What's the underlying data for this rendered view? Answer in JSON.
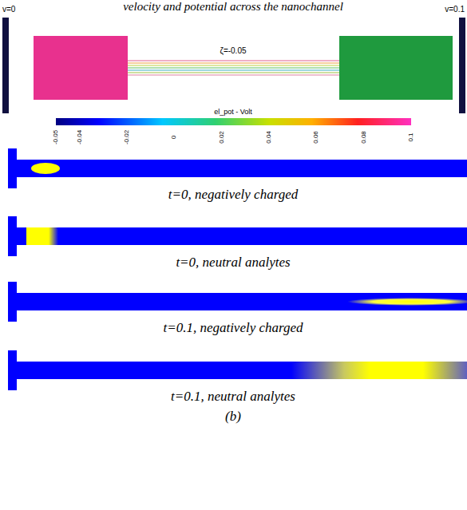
{
  "diagram": {
    "title": "velocity and potential across the nanochannel",
    "caption": "(b)",
    "labels": [
      "v=0",
      "v=0.1",
      "ζ=-0.05",
      "el_pot - Volt",
      "-0.05",
      "-0.04",
      "-0.02",
      "0",
      "0.02",
      "0.04",
      "0.06",
      "0.08",
      "0.1",
      "t=0, negatively charged",
      "t=0, neutral analytes",
      "t=0.1, negatively charged",
      "t=0.1, neutral analytes"
    ]
  }
}
